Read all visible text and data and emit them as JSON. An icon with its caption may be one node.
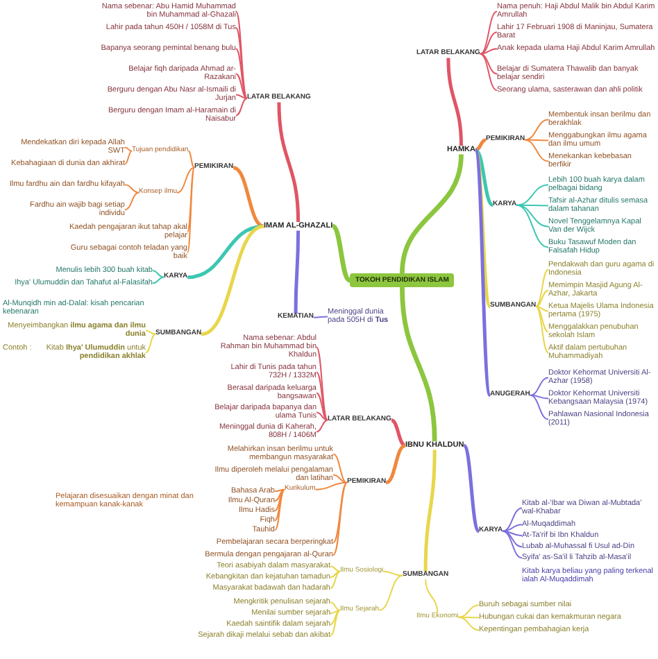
{
  "diagram": {
    "nodes": [
      {
        "text": [
          "TOKOH PENDIDIKAN ISLAM"
        ]
      },
      {
        "text": [
          "IMAM AL-GHAZALI"
        ]
      },
      {
        "text": [
          "LATAR BELAKANG"
        ]
      },
      {
        "text": [
          "Nama sebenar: Abu Hamid Muhammad bin Muhammad al-Ghazali"
        ]
      },
      {
        "text": [
          "Lahir pada tahun 450H / 1058M di Tus"
        ]
      },
      {
        "text": [
          "Bapanya seorang pemintal benang bulu"
        ]
      },
      {
        "text": [
          "Belajar fiqh daripada Ahmad ar-Razakani"
        ]
      },
      {
        "text": [
          "Berguru dengan Abu Nasr al-Ismaili di Jurjan"
        ]
      },
      {
        "text": [
          "Berguru dengan Imam al-Haramain di Naisabur"
        ]
      },
      {
        "text": [
          "PEMIKIRAN"
        ]
      },
      {
        "text": [
          "Tujuan pendidikan"
        ]
      },
      {
        "text": [
          "Mendekatkan diri kepada Allah SWT"
        ]
      },
      {
        "text": [
          "Kebahagiaan di dunia dan akhirat"
        ]
      },
      {
        "text": [
          "Konsep ilmu"
        ]
      },
      {
        "text": [
          "Ilmu fardhu ain dan fardhu kifayah"
        ]
      },
      {
        "text": [
          "Fardhu ain wajib bagi setiap individu"
        ]
      },
      {
        "text": [
          "Kaedah pengajaran ikut tahap akal pelajar"
        ]
      },
      {
        "text": [
          "Guru sebagai contoh teladan yang baik"
        ]
      },
      {
        "text": [
          "KARYA"
        ]
      },
      {
        "text": [
          "Menulis lebih 300 buah kitab"
        ]
      },
      {
        "text": [
          "Ihya' Ulumuddin dan Tahafut al-Falasifah"
        ]
      },
      {
        "text": [
          "SUMBANGAN"
        ]
      },
      {
        "text": [
          "Menyeimbangkan **ilmu agama dan ilmu dunia**"
        ]
      },
      {
        "text": [
          "Kitab **Ihya' Ulumuddin** untuk **pendidikan akhlak**"
        ]
      },
      {
        "text": [
          "KEMATIAN"
        ]
      },
      {
        "text": [
          "Meninggal dunia pada 505H di **Tus**"
        ]
      },
      {
        "text": [
          "HAMKA"
        ]
      },
      {
        "text": [
          "LATAR BELAKANG"
        ]
      },
      {
        "text": [
          "Nama penuh: Haji Abdul Malik bin Abdul Karim Amrullah"
        ]
      },
      {
        "text": [
          "Lahir 17 Februari 1908 di Maninjau, Sumatera Barat"
        ]
      },
      {
        "text": [
          "Anak kepada ulama Haji Abdul Karim Amrullah"
        ]
      },
      {
        "text": [
          "Belajar di Sumatera Thawalib dan banyak belajar sendiri"
        ]
      },
      {
        "text": [
          "Seorang ulama, sasterawan dan ahli politik"
        ]
      },
      {
        "text": [
          "PEMIKIRAN"
        ]
      },
      {
        "text": [
          "Membentuk insan berilmu dan berakhlak"
        ]
      },
      {
        "text": [
          "Menggabungkan ilmu agama dan ilmu umum"
        ]
      },
      {
        "text": [
          "Menekankan kebebasan berfikir"
        ]
      },
      {
        "text": [
          "KARYA"
        ]
      },
      {
        "text": [
          "Lebih 100 buah karya dalam pelbagai bidang"
        ]
      },
      {
        "text": [
          "Tafsir al-Azhar ditulis semasa dalam tahanan"
        ]
      },
      {
        "text": [
          "Novel Tenggelamnya Kapal Van der Wijck"
        ]
      },
      {
        "text": [
          "Buku Tasawuf Moden dan Falsafah Hidup"
        ]
      },
      {
        "text": [
          "SUMBANGAN"
        ]
      },
      {
        "text": [
          "Pendakwah dan guru agama di Indonesia"
        ]
      },
      {
        "text": [
          "Memimpin Masjid Agung Al-Azhar, Jakarta"
        ]
      },
      {
        "text": [
          "Ketua Majelis Ulama Indonesia pertama (1975)"
        ]
      },
      {
        "text": [
          "Menggalakkan penubuhan sekolah Islam"
        ]
      },
      {
        "text": [
          "Aktif dalam pertubuhan Muhammadiyah"
        ]
      },
      {
        "text": [
          "ANUGERAH"
        ]
      },
      {
        "text": [
          "Doktor Kehormat Universiti Al-Azhar (1958)"
        ]
      },
      {
        "text": [
          "Doktor Kehormat Universiti Kebangsaan Malaysia (1974)"
        ]
      },
      {
        "text": [
          "Pahlawan Nasional Indonesia (2011)"
        ]
      },
      {
        "text": [
          "IBNU KHALDUN"
        ]
      },
      {
        "text": [
          "LATAR BELAKANG"
        ]
      },
      {
        "text": [
          "Nama sebenar: Abdul Rahman bin Muhammad bin Khaldun"
        ]
      },
      {
        "text": [
          "Lahir di Tunis pada tahun 732H / 1332M"
        ]
      },
      {
        "text": [
          "Berasal daripada keluarga bangsawan"
        ]
      },
      {
        "text": [
          "Belajar daripada bapanya dan ulama Tunis"
        ]
      },
      {
        "text": [
          "Meninggal dunia di Kaherah, 808H / 1406M"
        ]
      },
      {
        "text": [
          "PEMIKIRAN"
        ]
      },
      {
        "text": [
          "Melahirkan insan berilmu untuk membangun masyarakat"
        ]
      },
      {
        "text": [
          "Ilmu diperoleh melalui pengalaman dan latihan"
        ]
      },
      {
        "text": [
          "Pembelajaran secara berperingkat"
        ]
      },
      {
        "text": [
          "Bermula dengan pengajaran al-Quran"
        ]
      },
      {
        "text": [
          "Kurikulum"
        ]
      },
      {
        "text": [
          "Bahasa Arab"
        ]
      },
      {
        "text": [
          "Ilmu Al-Quran"
        ]
      },
      {
        "text": [
          "Ilmu Hadis"
        ]
      },
      {
        "text": [
          "Fiqh"
        ]
      },
      {
        "text": [
          "Tauhid"
        ]
      },
      {
        "text": [
          "SUMBANGAN"
        ]
      },
      {
        "text": [
          "Ilmu Sosiologi"
        ]
      },
      {
        "text": [
          "Teori asabiyah dalam masyarakat"
        ]
      },
      {
        "text": [
          "Kebangkitan dan kejatuhan tamadun"
        ]
      },
      {
        "text": [
          "Masyarakat badawah dan hadarah"
        ]
      },
      {
        "text": [
          "Ilmu Sejarah"
        ]
      },
      {
        "text": [
          "Mengkritik penulisan sejarah"
        ]
      },
      {
        "text": [
          "Menilai sumber sejarah"
        ]
      },
      {
        "text": [
          "Kaedah saintifik dalam sejarah"
        ]
      },
      {
        "text": [
          "Sejarah dikaji melalui sebab dan akibat"
        ]
      },
      {
        "text": [
          "Ilmu Ekonomi"
        ]
      },
      {
        "text": [
          "Buruh sebagai sumber nilai"
        ]
      },
      {
        "text": [
          "Hubungan cukai dan kemakmuran negara"
        ]
      },
      {
        "text": [
          "Kepentingan pembahagian kerja"
        ]
      },
      {
        "text": [
          "KARYA"
        ]
      },
      {
        "text": [
          "Kitab al-'Ibar wa Diwan al-Mubtada' wal-Khabar"
        ]
      },
      {
        "text": [
          "Al-Muqaddimah"
        ]
      },
      {
        "text": [
          "At-Ta'rif bi Ibn Khaldun"
        ]
      },
      {
        "text": [
          "Lubab al-Muhassal fi Usul ad-Din"
        ]
      },
      {
        "text": [
          "Syifa' as-Sa'il li Tahzib al-Masa'il"
        ]
      }
    ],
    "edges": [
      {
        "from": 0,
        "to": 1,
        "arrow": "none",
        "style": "thick",
        "color": "#8cc63f"
      },
      {
        "from": 0,
        "to": 26,
        "arrow": "none",
        "style": "thick",
        "color": "#8cc63f"
      },
      {
        "from": 0,
        "to": 52,
        "arrow": "none",
        "style": "thick",
        "color": "#8cc63f"
      },
      {
        "from": 1,
        "to": 2,
        "arrow": "none",
        "style": "thick",
        "color": "#e05565"
      },
      {
        "from": 2,
        "to": 3,
        "arrow": "none",
        "color": "#e05565"
      },
      {
        "from": 2,
        "to": 4,
        "arrow": "none",
        "color": "#e05565"
      },
      {
        "from": 2,
        "to": 5,
        "arrow": "none",
        "color": "#e05565"
      },
      {
        "from": 2,
        "to": 6,
        "arrow": "none",
        "color": "#e05565"
      },
      {
        "from": 2,
        "to": 7,
        "arrow": "none",
        "color": "#e05565"
      },
      {
        "from": 2,
        "to": 8,
        "arrow": "none",
        "color": "#e05565"
      },
      {
        "from": 1,
        "to": 9,
        "arrow": "none",
        "style": "thick"
      },
      {
        "from": 9,
        "to": 10,
        "arrow": "none"
      },
      {
        "from": 10,
        "to": 11,
        "arrow": "none"
      },
      {
        "from": 10,
        "to": 12,
        "arrow": "none"
      },
      {
        "from": 9,
        "to": 13,
        "arrow": "none"
      },
      {
        "from": 13,
        "to": 14,
        "arrow": "none"
      },
      {
        "from": 13,
        "to": 15,
        "arrow": "none"
      },
      {
        "from": 9,
        "to": 16,
        "arrow": "none"
      },
      {
        "from": 9,
        "to": 17,
        "arrow": "none"
      },
      {
        "from": 1,
        "to": 18,
        "arrow": "none",
        "style": "thick",
        "color": "#3cc7b1"
      },
      {
        "from": 18,
        "to": 19,
        "arrow": "none",
        "color": "#3cc7b1"
      },
      {
        "from": 18,
        "to": 20,
        "arrow": "none",
        "color": "#3cc7b1"
      },
      {
        "from": 1,
        "to": 21,
        "arrow": "none",
        "style": "thick",
        "color": "#e8d64b"
      },
      {
        "from": 21,
        "to": 22,
        "arrow": "none",
        "color": "#e8d64b"
      },
      {
        "from": 21,
        "to": 23,
        "arrow": "none",
        "color": "#e8d64b"
      },
      {
        "from": 1,
        "to": 24,
        "arrow": "none",
        "style": "thick",
        "color": "#7b70dd"
      },
      {
        "from": 24,
        "to": 25,
        "arrow": "none",
        "color": "#7b70dd"
      },
      {
        "from": 26,
        "to": 27,
        "arrow": "none",
        "style": "thick",
        "color": "#e05565"
      },
      {
        "from": 27,
        "to": 28,
        "arrow": "none",
        "color": "#e05565"
      },
      {
        "from": 27,
        "to": 29,
        "arrow": "none",
        "color": "#e05565"
      },
      {
        "from": 27,
        "to": 30,
        "arrow": "none",
        "color": "#e05565"
      },
      {
        "from": 27,
        "to": 31,
        "arrow": "none",
        "color": "#e05565"
      },
      {
        "from": 27,
        "to": 32,
        "arrow": "none",
        "color": "#e05565"
      },
      {
        "from": 26,
        "to": 33,
        "arrow": "none",
        "style": "thick"
      },
      {
        "from": 33,
        "to": 34,
        "arrow": "none"
      },
      {
        "from": 33,
        "to": 35,
        "arrow": "none"
      },
      {
        "from": 33,
        "to": 36,
        "arrow": "none"
      },
      {
        "from": 26,
        "to": 37,
        "arrow": "none",
        "style": "thick",
        "color": "#3cc7b1"
      },
      {
        "from": 37,
        "to": 38,
        "arrow": "none",
        "color": "#3cc7b1"
      },
      {
        "from": 37,
        "to": 39,
        "arrow": "none",
        "color": "#3cc7b1"
      },
      {
        "from": 37,
        "to": 40,
        "arrow": "none",
        "color": "#3cc7b1"
      },
      {
        "from": 37,
        "to": 41,
        "arrow": "none",
        "color": "#3cc7b1"
      },
      {
        "from": 26,
        "to": 42,
        "arrow": "none",
        "style": "thick",
        "color": "#e8d64b"
      },
      {
        "from": 42,
        "to": 43,
        "arrow": "none",
        "color": "#e8d64b"
      },
      {
        "from": 42,
        "to": 44,
        "arrow": "none",
        "color": "#e8d64b"
      },
      {
        "from": 42,
        "to": 45,
        "arrow": "none",
        "color": "#e8d64b"
      },
      {
        "from": 42,
        "to": 46,
        "arrow": "none",
        "color": "#e8d64b"
      },
      {
        "from": 42,
        "to": 47,
        "arrow": "none",
        "color": "#e8d64b"
      },
      {
        "from": 26,
        "to": 48,
        "arrow": "none",
        "style": "thick",
        "color": "#7b70dd"
      },
      {
        "from": 48,
        "to": 49,
        "arrow": "none",
        "color": "#7b70dd"
      },
      {
        "from": 48,
        "to": 50,
        "arrow": "none",
        "color": "#7b70dd"
      },
      {
        "from": 48,
        "to": 51,
        "arrow": "none",
        "color": "#7b70dd"
      },
      {
        "from": 52,
        "to": 53,
        "arrow": "none",
        "style": "thick",
        "color": "#e05565"
      },
      {
        "from": 53,
        "to": 54,
        "arrow": "none",
        "color": "#e05565"
      },
      {
        "from": 53,
        "to": 55,
        "arrow": "none",
        "color": "#e05565"
      },
      {
        "from": 53,
        "to": 56,
        "arrow": "none",
        "color": "#e05565"
      },
      {
        "from": 53,
        "to": 57,
        "arrow": "none",
        "color": "#e05565"
      },
      {
        "from": 53,
        "to": 58,
        "arrow": "none",
        "color": "#e05565"
      },
      {
        "from": 52,
        "to": 59,
        "arrow": "none",
        "style": "thick"
      },
      {
        "from": 59,
        "to": 60,
        "arrow": "none"
      },
      {
        "from": 59,
        "to": 61,
        "arrow": "none"
      },
      {
        "from": 59,
        "to": 62,
        "arrow": "none"
      },
      {
        "from": 59,
        "to": 63,
        "arrow": "none"
      },
      {
        "from": 59,
        "to": 64,
        "arrow": "none"
      },
      {
        "from": 64,
        "to": 65,
        "arrow": "none"
      },
      {
        "from": 64,
        "to": 66,
        "arrow": "none"
      },
      {
        "from": 64,
        "to": 67,
        "arrow": "none"
      },
      {
        "from": 64,
        "to": 68,
        "arrow": "none"
      },
      {
        "from": 64,
        "to": 69,
        "arrow": "none"
      },
      {
        "from": 52,
        "to": 70,
        "arrow": "none",
        "style": "thick",
        "color": "#e8d64b"
      },
      {
        "from": 70,
        "to": 71,
        "arrow": "none",
        "color": "#e8d64b"
      },
      {
        "from": 71,
        "to": 72,
        "arrow": "none",
        "color": "#e8d64b"
      },
      {
        "from": 71,
        "to": 73,
        "arrow": "none",
        "color": "#e8d64b"
      },
      {
        "from": 71,
        "to": 74,
        "arrow": "none",
        "color": "#e8d64b"
      },
      {
        "from": 70,
        "to": 75,
        "arrow": "none",
        "color": "#e8d64b"
      },
      {
        "from": 75,
        "to": 76,
        "arrow": "none",
        "color": "#e8d64b"
      },
      {
        "from": 75,
        "to": 77,
        "arrow": "none",
        "color": "#e8d64b"
      },
      {
        "from": 75,
        "to": 78,
        "arrow": "none",
        "color": "#e8d64b"
      },
      {
        "from": 75,
        "to": 79,
        "arrow": "none",
        "color": "#e8d64b"
      },
      {
        "from": 70,
        "to": 80,
        "arrow": "none",
        "color": "#e8d64b"
      },
      {
        "from": 80,
        "to": 81,
        "arrow": "none",
        "color": "#e8d64b"
      },
      {
        "from": 80,
        "to": 82,
        "arrow": "none",
        "color": "#e8d64b"
      },
      {
        "from": 80,
        "to": 83,
        "arrow": "none",
        "color": "#e8d64b"
      },
      {
        "from": 52,
        "to": 84,
        "arrow": "none",
        "style": "thick",
        "color": "#7b70dd"
      },
      {
        "from": 84,
        "to": 85,
        "arrow": "none",
        "color": "#7b70dd"
      },
      {
        "from": 84,
        "to": 86,
        "arrow": "none",
        "color": "#7b70dd"
      },
      {
        "from": 84,
        "to": 87,
        "arrow": "none",
        "color": "#7b70dd"
      },
      {
        "from": 84,
        "to": 88,
        "arrow": "none",
        "color": "#7b70dd"
      },
      {
        "from": 84,
        "to": 89,
        "arrow": "none",
        "color": "#7b70dd"
      }
    ],
    "labels": [
      "Al-Munqidh min ad-Dalal: kisah pencarian kebenaran",
      "Contoh :",
      "Pelajaran disesuaikan dengan minat dan kemampuan kanak-kanak",
      "Kitab karya beliau yang paling terkenal ialah Al-Muqaddimah"
    ]
  }
}
